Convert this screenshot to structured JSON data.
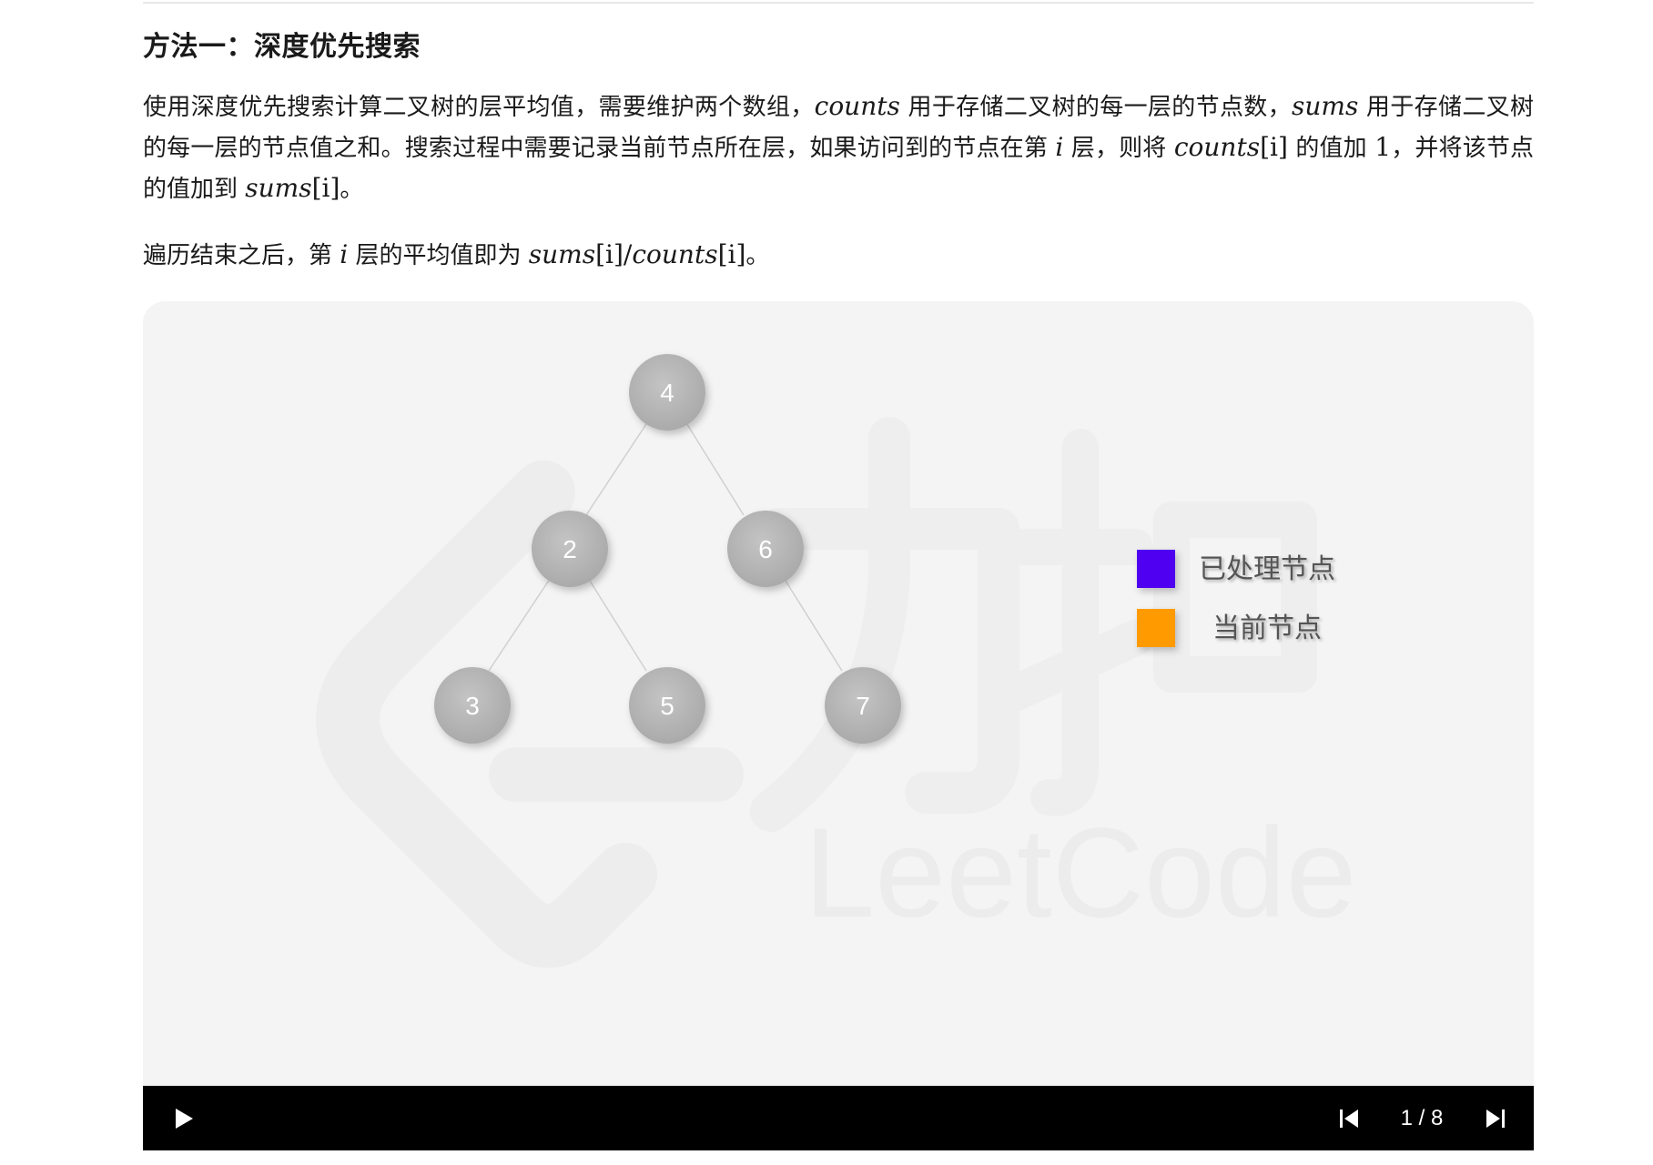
{
  "article": {
    "heading": "方法一：深度优先搜索",
    "p1": {
      "t1": "使用深度优先搜索计算二叉树的层平均值，需要维护两个数组，",
      "m_counts": "counts",
      "t2": " 用于存储二叉树的每一层的节点数，",
      "m_sums": "sums",
      "t3": " 用于存储二叉树的每一层的节点值之和。搜索过程中需要记录当前节点所在层，如果访问到的节点在第 ",
      "m_i": "i",
      "t4": " 层，则将 ",
      "m_counts_i": "counts",
      "m_counts_i_idx": "[i]",
      "t5": " 的值加 ",
      "m_one": "1",
      "t6": "，并将该节点的值加到 ",
      "m_sums_i": "sums",
      "m_sums_i_idx": "[i]",
      "t7": "。"
    },
    "p2": {
      "t1": "遍历结束之后，第 ",
      "m_i": "i",
      "t2": " 层的平均值即为 ",
      "m_sums": "sums",
      "m_sums_idx": "[i]",
      "m_slash": "/",
      "m_counts": "counts",
      "m_counts_idx": "[i]",
      "t3": "。"
    }
  },
  "animation": {
    "tree": {
      "nodes": [
        {
          "id": "n4",
          "label": "4"
        },
        {
          "id": "n2",
          "label": "2"
        },
        {
          "id": "n6",
          "label": "6"
        },
        {
          "id": "n3",
          "label": "3"
        },
        {
          "id": "n5",
          "label": "5"
        },
        {
          "id": "n7",
          "label": "7"
        }
      ],
      "edges": [
        [
          "n4",
          "n2"
        ],
        [
          "n4",
          "n6"
        ],
        [
          "n2",
          "n3"
        ],
        [
          "n2",
          "n5"
        ],
        [
          "n6",
          "n7"
        ]
      ],
      "node_color": "#b3b3b3",
      "edge_color": "#d0d0d0"
    },
    "legend": [
      {
        "label": "已处理节点",
        "color": "#5000f0"
      },
      {
        "label": "当前节点",
        "color": "#ff9a00"
      }
    ],
    "watermark": {
      "brand_cn": "力扣",
      "brand_en": "LeetCode"
    }
  },
  "player": {
    "counter": "1 / 8",
    "play_icon": "play-icon",
    "prev_icon": "skip-previous-icon",
    "next_icon": "skip-next-icon"
  }
}
